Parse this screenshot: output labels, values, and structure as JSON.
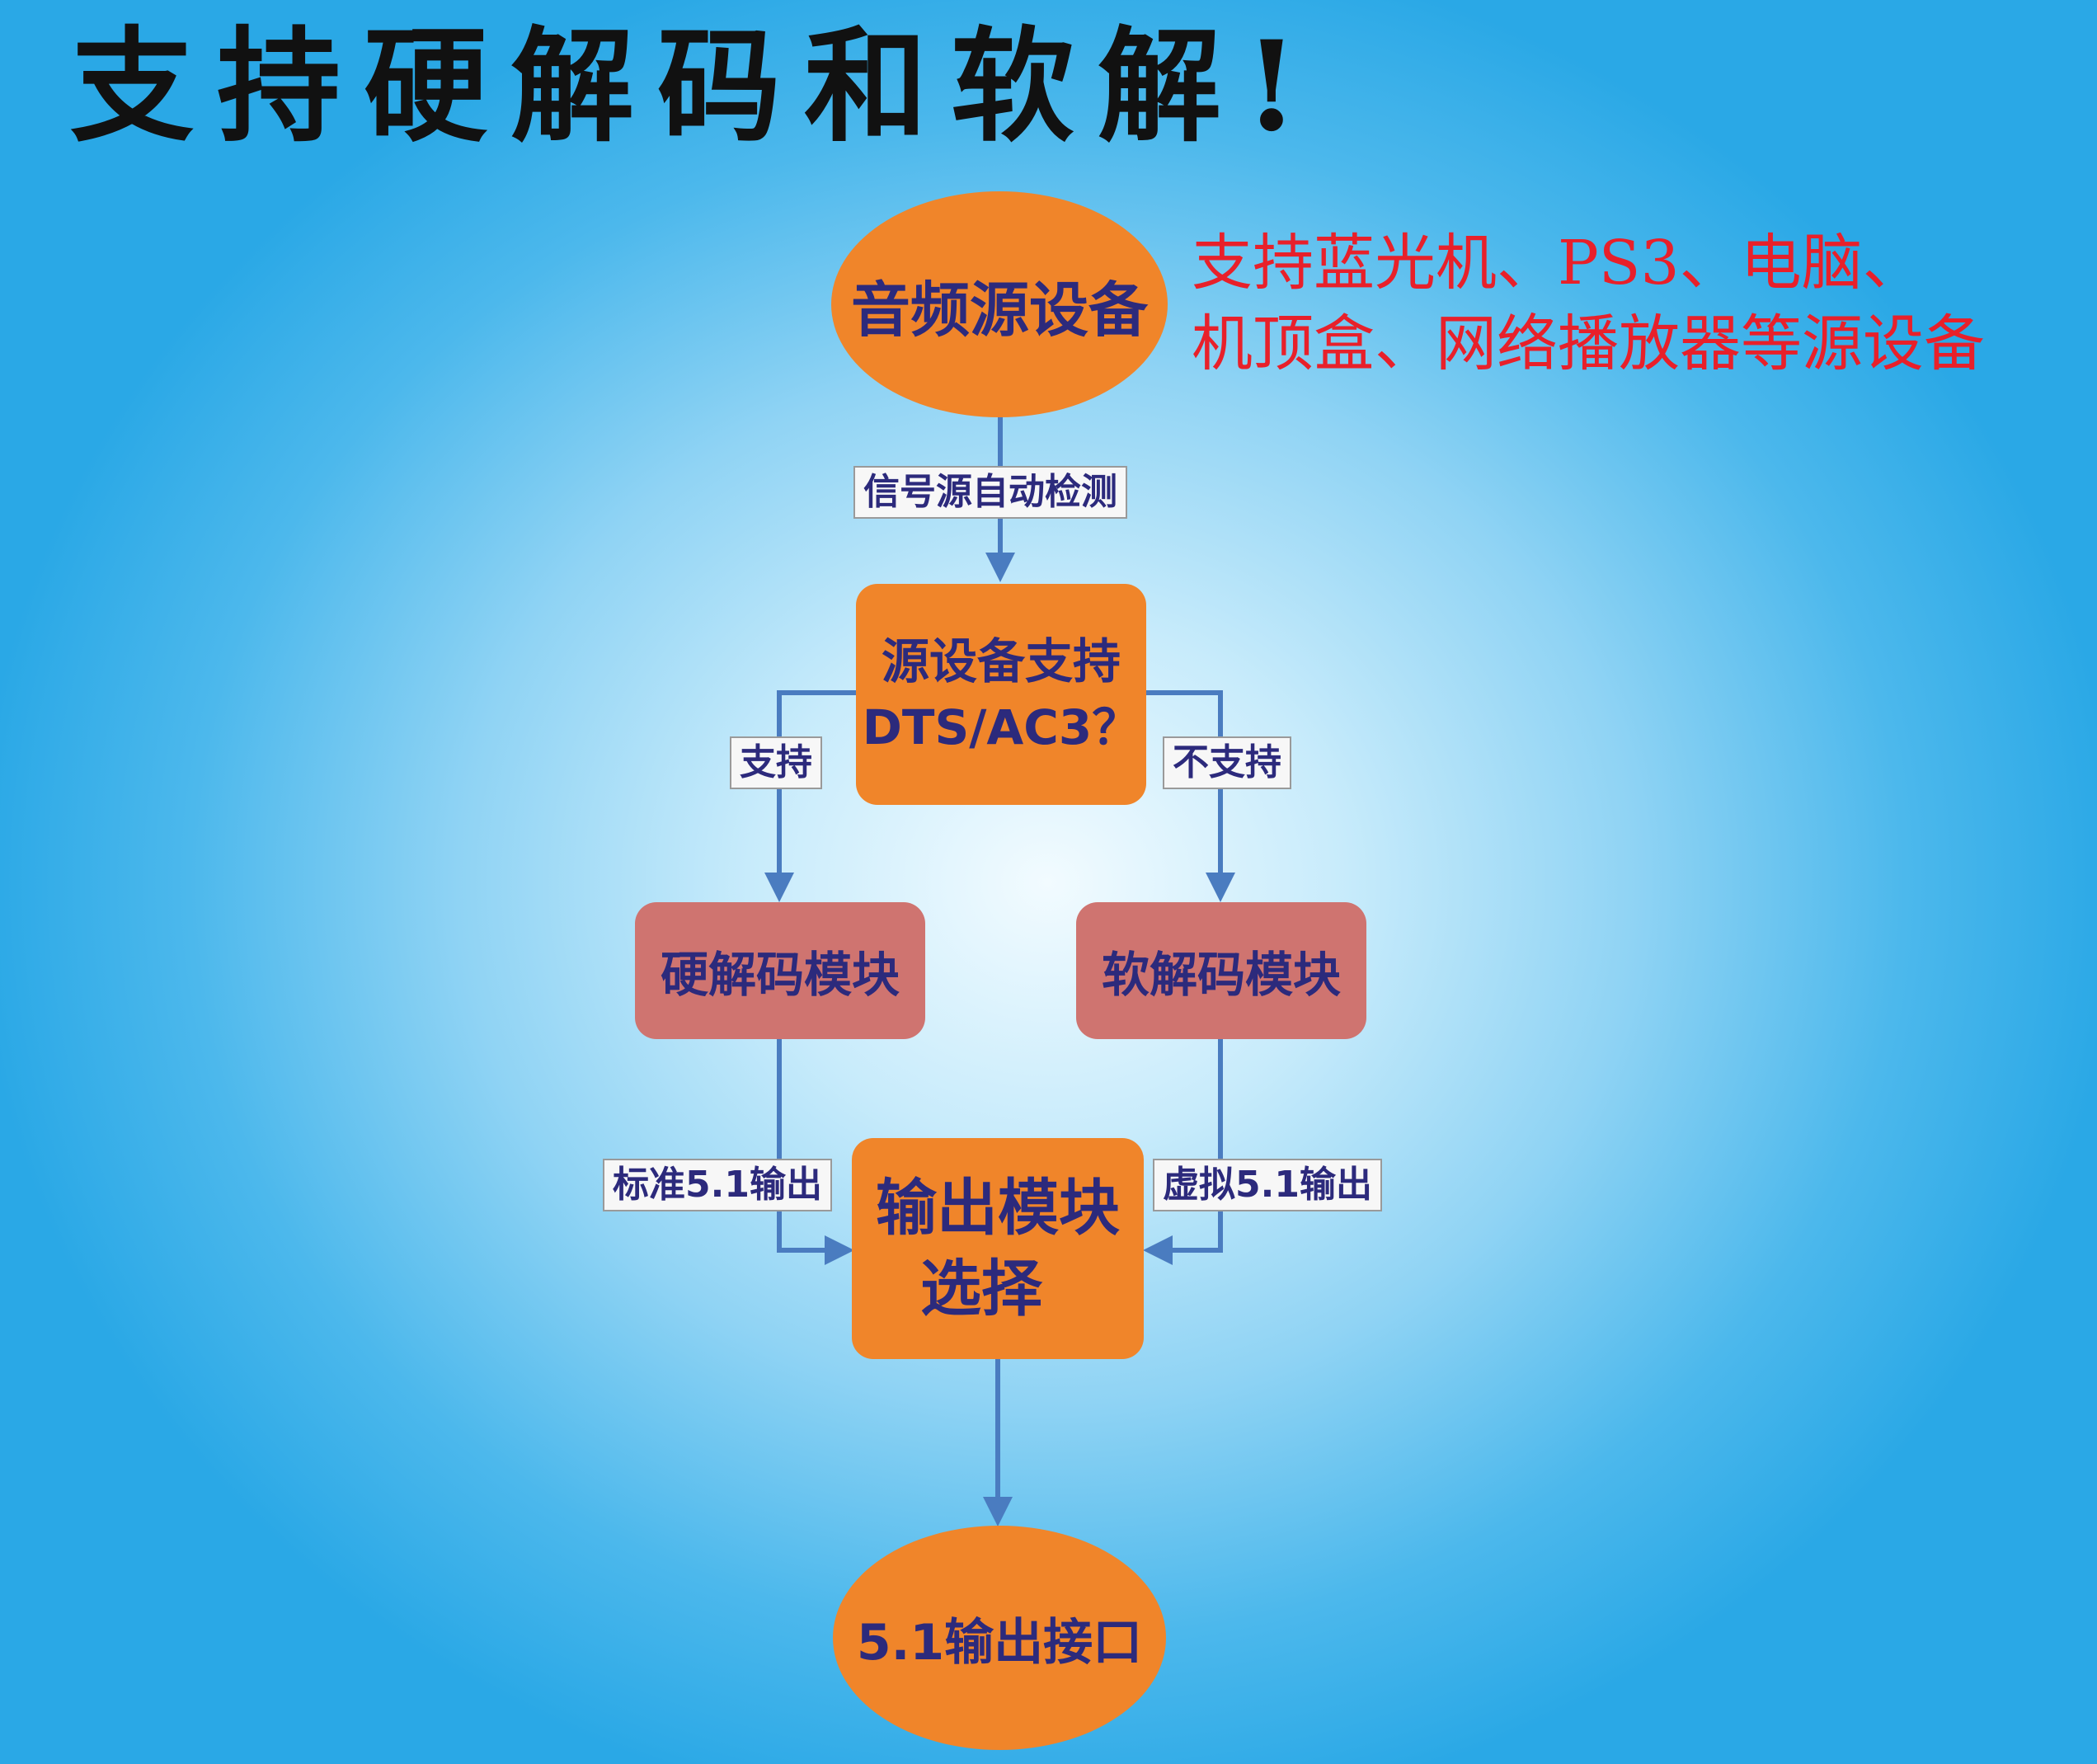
{
  "title": "支持硬解码和软解!",
  "note": {
    "line1": "支持蓝光机、PS3、电脑、",
    "line2": "机顶盒、网络播放器等源设备"
  },
  "nodes": {
    "source": "音频源设备",
    "check_line1": "源设备支持",
    "check_line2": "DTS/AC3？",
    "hard": "硬解码模块",
    "soft": "软解码模块",
    "select_line1": "输出模块",
    "select_line2": "选择",
    "output": "5.1输出接口"
  },
  "labels": {
    "detect": "信号源自动检测",
    "yes": "支持",
    "no": "不支持",
    "standard": "标准5.1输出",
    "virtual": "虚拟5.1输出"
  },
  "colors": {
    "node_orange": "#f0852a",
    "node_rose": "#cf7470",
    "node_text": "#2c2a7c",
    "arrow": "#4a7cc0",
    "note_text": "#e8202a"
  }
}
